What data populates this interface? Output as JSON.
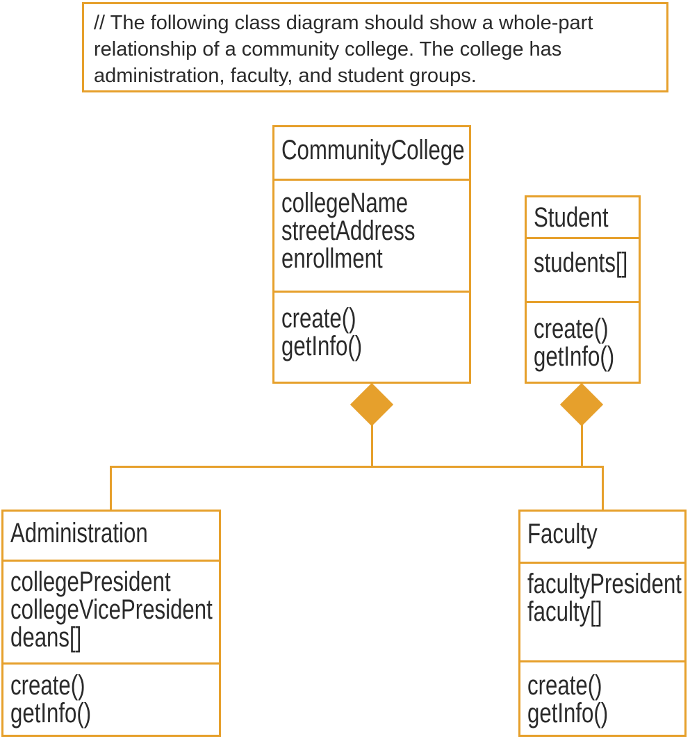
{
  "colors": {
    "accent": "#e6a02c",
    "text": "#2a2a2a",
    "background": "#ffffff"
  },
  "comment": {
    "lines": [
      "// The following class diagram should show a whole-part",
      "relationship of a community college. The college has",
      "administration, faculty, and student groups."
    ]
  },
  "classes": [
    {
      "name": "CommunityCollege",
      "attributes": [
        "collegeName",
        "streetAddress",
        "enrollment"
      ],
      "methods": [
        "create()",
        "getInfo()"
      ]
    },
    {
      "name": "Student",
      "attributes": [
        "students[]"
      ],
      "methods": [
        "create()",
        "getInfo()"
      ]
    },
    {
      "name": "Administration",
      "attributes": [
        "collegePresident",
        "collegeVicePresident",
        "deans[]"
      ],
      "methods": [
        "create()",
        "getInfo()"
      ]
    },
    {
      "name": "Faculty",
      "attributes": [
        "facultyPresident",
        "faculty[]"
      ],
      "methods": [
        "create()",
        "getInfo()"
      ]
    }
  ],
  "relationships": {
    "style": "whole-part aggregation, filled diamonds at the whole end",
    "diamond_owners": [
      "CommunityCollege",
      "Student"
    ],
    "bus_connects_to": [
      "Administration",
      "Faculty"
    ]
  }
}
